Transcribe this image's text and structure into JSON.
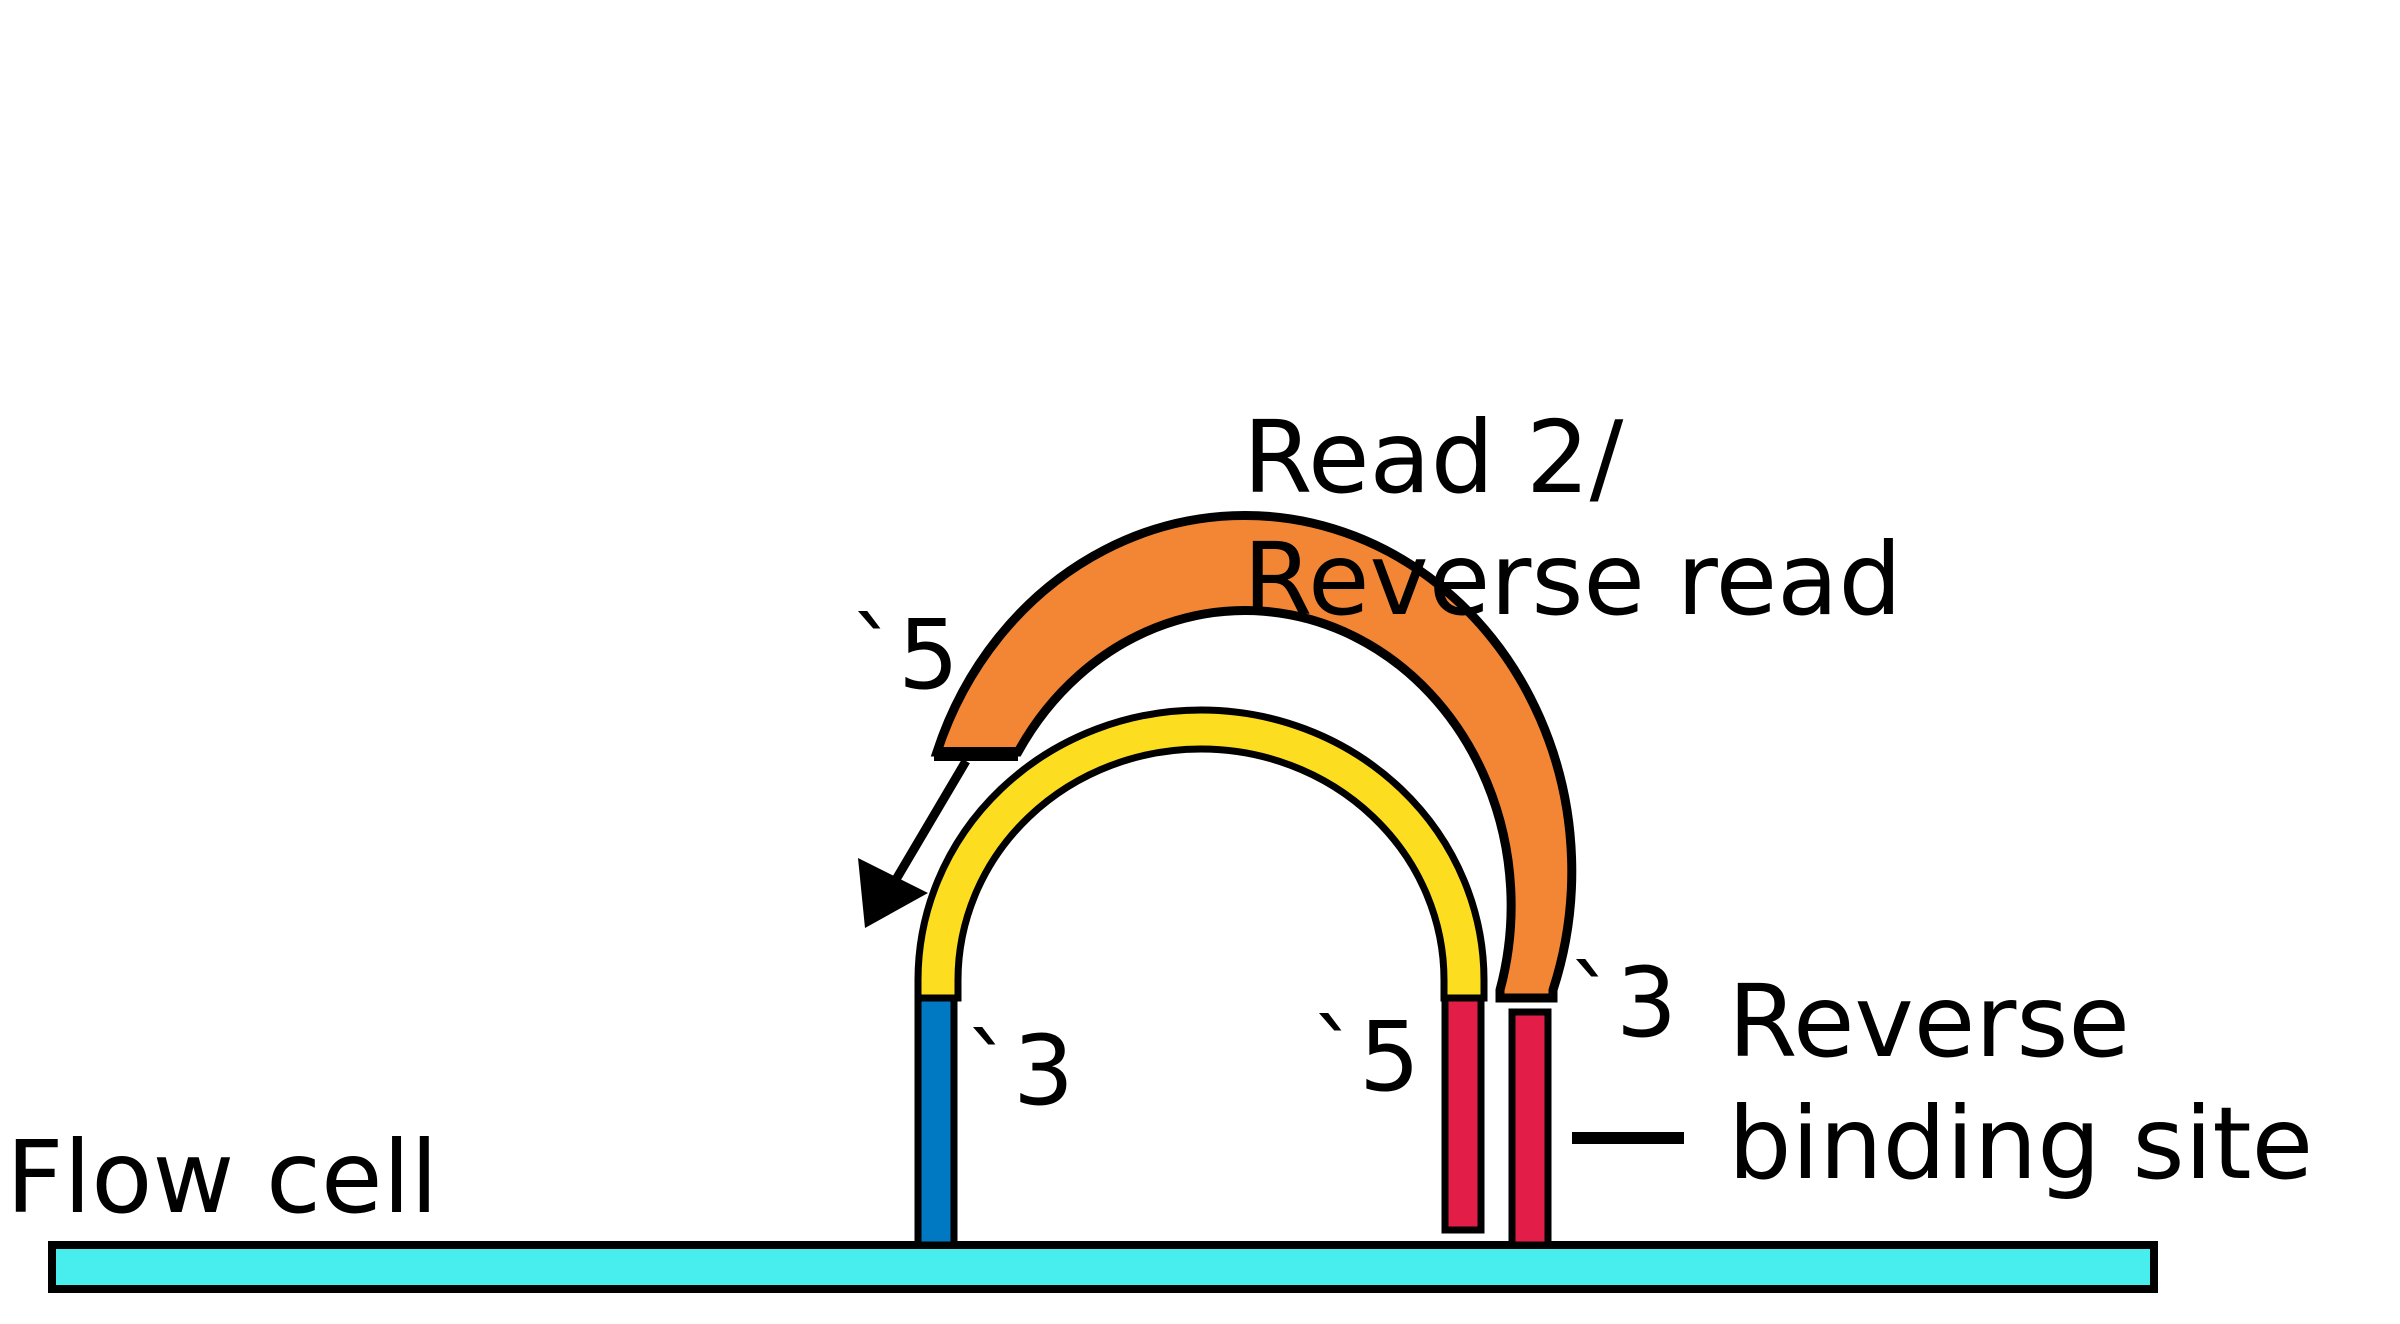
{
  "labels": {
    "flow_cell": "Flow cell",
    "read2_line1": "Read 2/",
    "read2_line2": "Reverse read",
    "reverse_line1": "Reverse",
    "reverse_line2": "binding site",
    "prime5_top": "`5",
    "prime3_left": "`3",
    "prime5_right": "`5",
    "prime3_right": "`3"
  },
  "colors": {
    "flow_cell": "#48eeee",
    "blue_strand": "#0079c2",
    "red_strand": "#e21e48",
    "yellow_arc": "#fddd1f",
    "orange_arc": "#f38634",
    "outline": "#000000"
  }
}
